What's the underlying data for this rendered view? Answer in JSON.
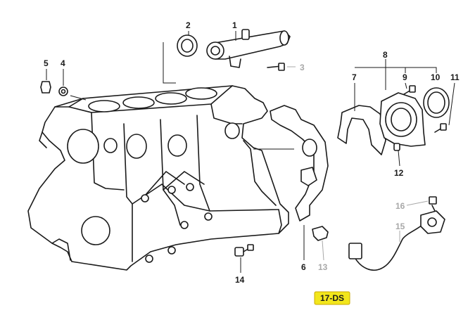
{
  "callouts": {
    "c1": "1",
    "c2": "2",
    "c3": "3",
    "c4": "4",
    "c5": "5",
    "c6": "6",
    "c7": "7",
    "c8": "8",
    "c9": "9",
    "c10": "10",
    "c11": "11",
    "c12": "12",
    "c13": "13",
    "c14": "14",
    "c15": "15",
    "c16": "16"
  },
  "diagram_tag": "17-DS",
  "colors": {
    "line": "#1a1a1a",
    "greyed_callout": "#a8a8a8",
    "tag_background": "#f2e61c"
  }
}
